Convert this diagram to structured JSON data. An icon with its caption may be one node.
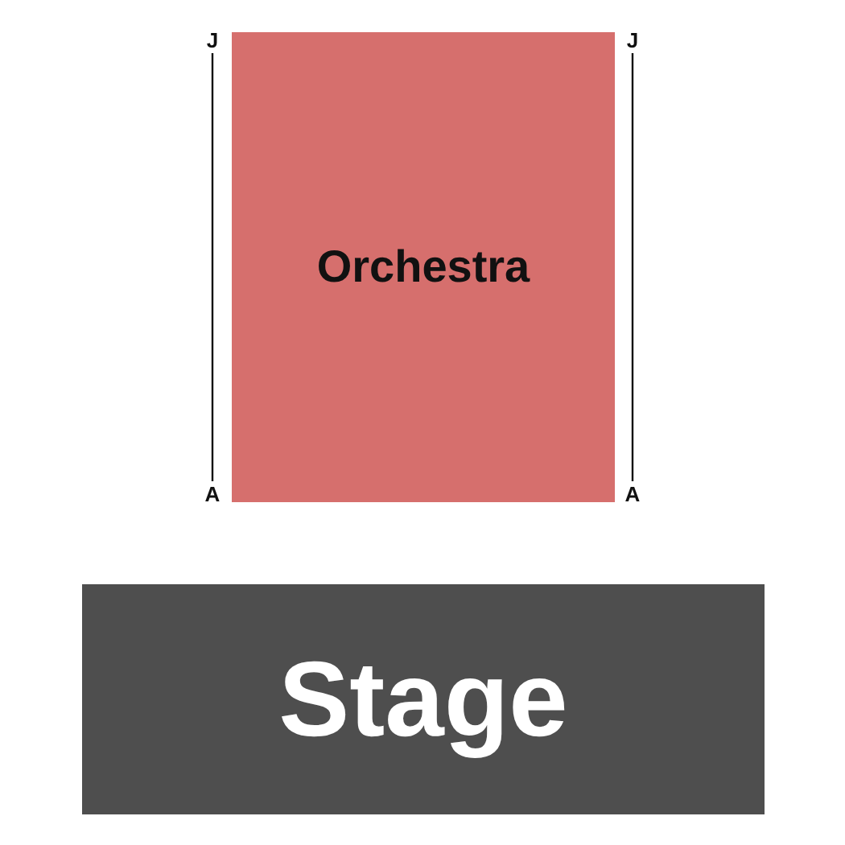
{
  "diagram": {
    "nodes": [
      {
        "text": [
          "Orchestra"
        ],
        "beside": [
          "J",
          "J",
          "A",
          "A"
        ]
      },
      {
        "text": [
          "Stage"
        ]
      }
    ]
  }
}
